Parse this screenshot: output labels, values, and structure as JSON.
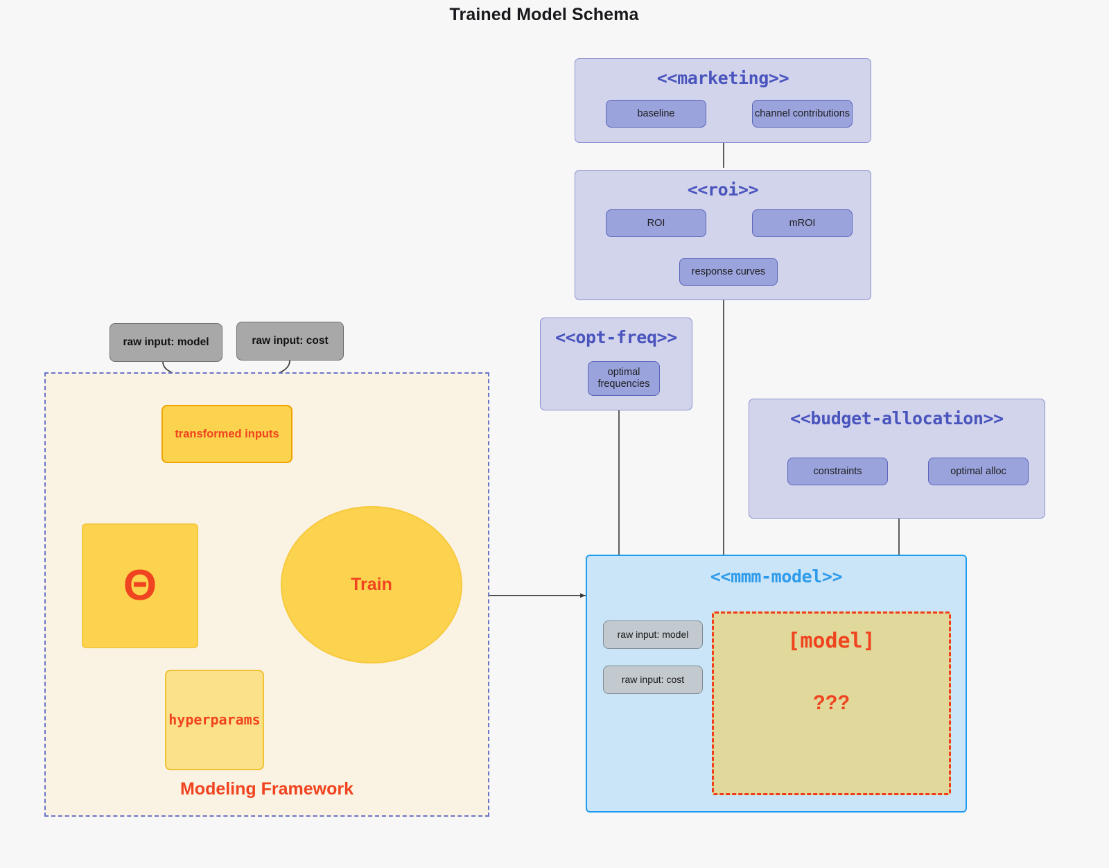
{
  "title": "Trained Model Schema",
  "colors": {
    "background": "#f7f7f7",
    "package_fill": "#d2d4ec",
    "package_border": "#8b92cf",
    "package_title": "#4a54bd",
    "node_blue_fill": "#9aa3db",
    "node_blue_border": "#5a64ba",
    "mmm_fill": "#cbe5f8",
    "mmm_border": "#1f9cf0",
    "mmm_title": "#2e9bea",
    "placeholder_fill": "#e0d99b",
    "placeholder_border": "#f03c18",
    "accent_red": "#f0431f",
    "gold_fill": "#fbd34e",
    "gold_soft_fill": "#fbe189",
    "framework_fill": "#faf2e2",
    "framework_border": "#6b74c8",
    "gray_fill": "#a8a8a8",
    "gray_light_fill": "#c2c9cf",
    "edge_gray": "#4a4a4a"
  },
  "packages": {
    "marketing": {
      "title": "<<marketing>>",
      "nodes": [
        {
          "label": "baseline"
        },
        {
          "label": "channel contributions"
        }
      ]
    },
    "roi": {
      "title": "<<roi>>",
      "nodes": [
        {
          "label": "ROI"
        },
        {
          "label": "mROI"
        },
        {
          "label": "response curves"
        }
      ]
    },
    "opt_freq": {
      "title": "<<opt-freq>>",
      "nodes": [
        {
          "label": "optimal\nfrequencies"
        }
      ]
    },
    "budget_allocation": {
      "title": "<<budget-allocation>>",
      "nodes": [
        {
          "label": "constraints"
        },
        {
          "label": "optimal alloc"
        }
      ]
    }
  },
  "mmm_model": {
    "title": "<<mmm-model>>",
    "inputs": [
      {
        "label": "raw input: model"
      },
      {
        "label": "raw input: cost"
      }
    ],
    "placeholder": {
      "label": "[model]",
      "unknown": "???"
    }
  },
  "framework": {
    "label": "Modeling Framework",
    "raw_inputs": [
      {
        "label": "raw input: model"
      },
      {
        "label": "raw input: cost"
      }
    ],
    "transformed_inputs": {
      "label": "transformed inputs"
    },
    "theta": {
      "label": "Θ"
    },
    "hyperparams": {
      "label": "hyperparams"
    },
    "train": {
      "label": "Train"
    }
  }
}
